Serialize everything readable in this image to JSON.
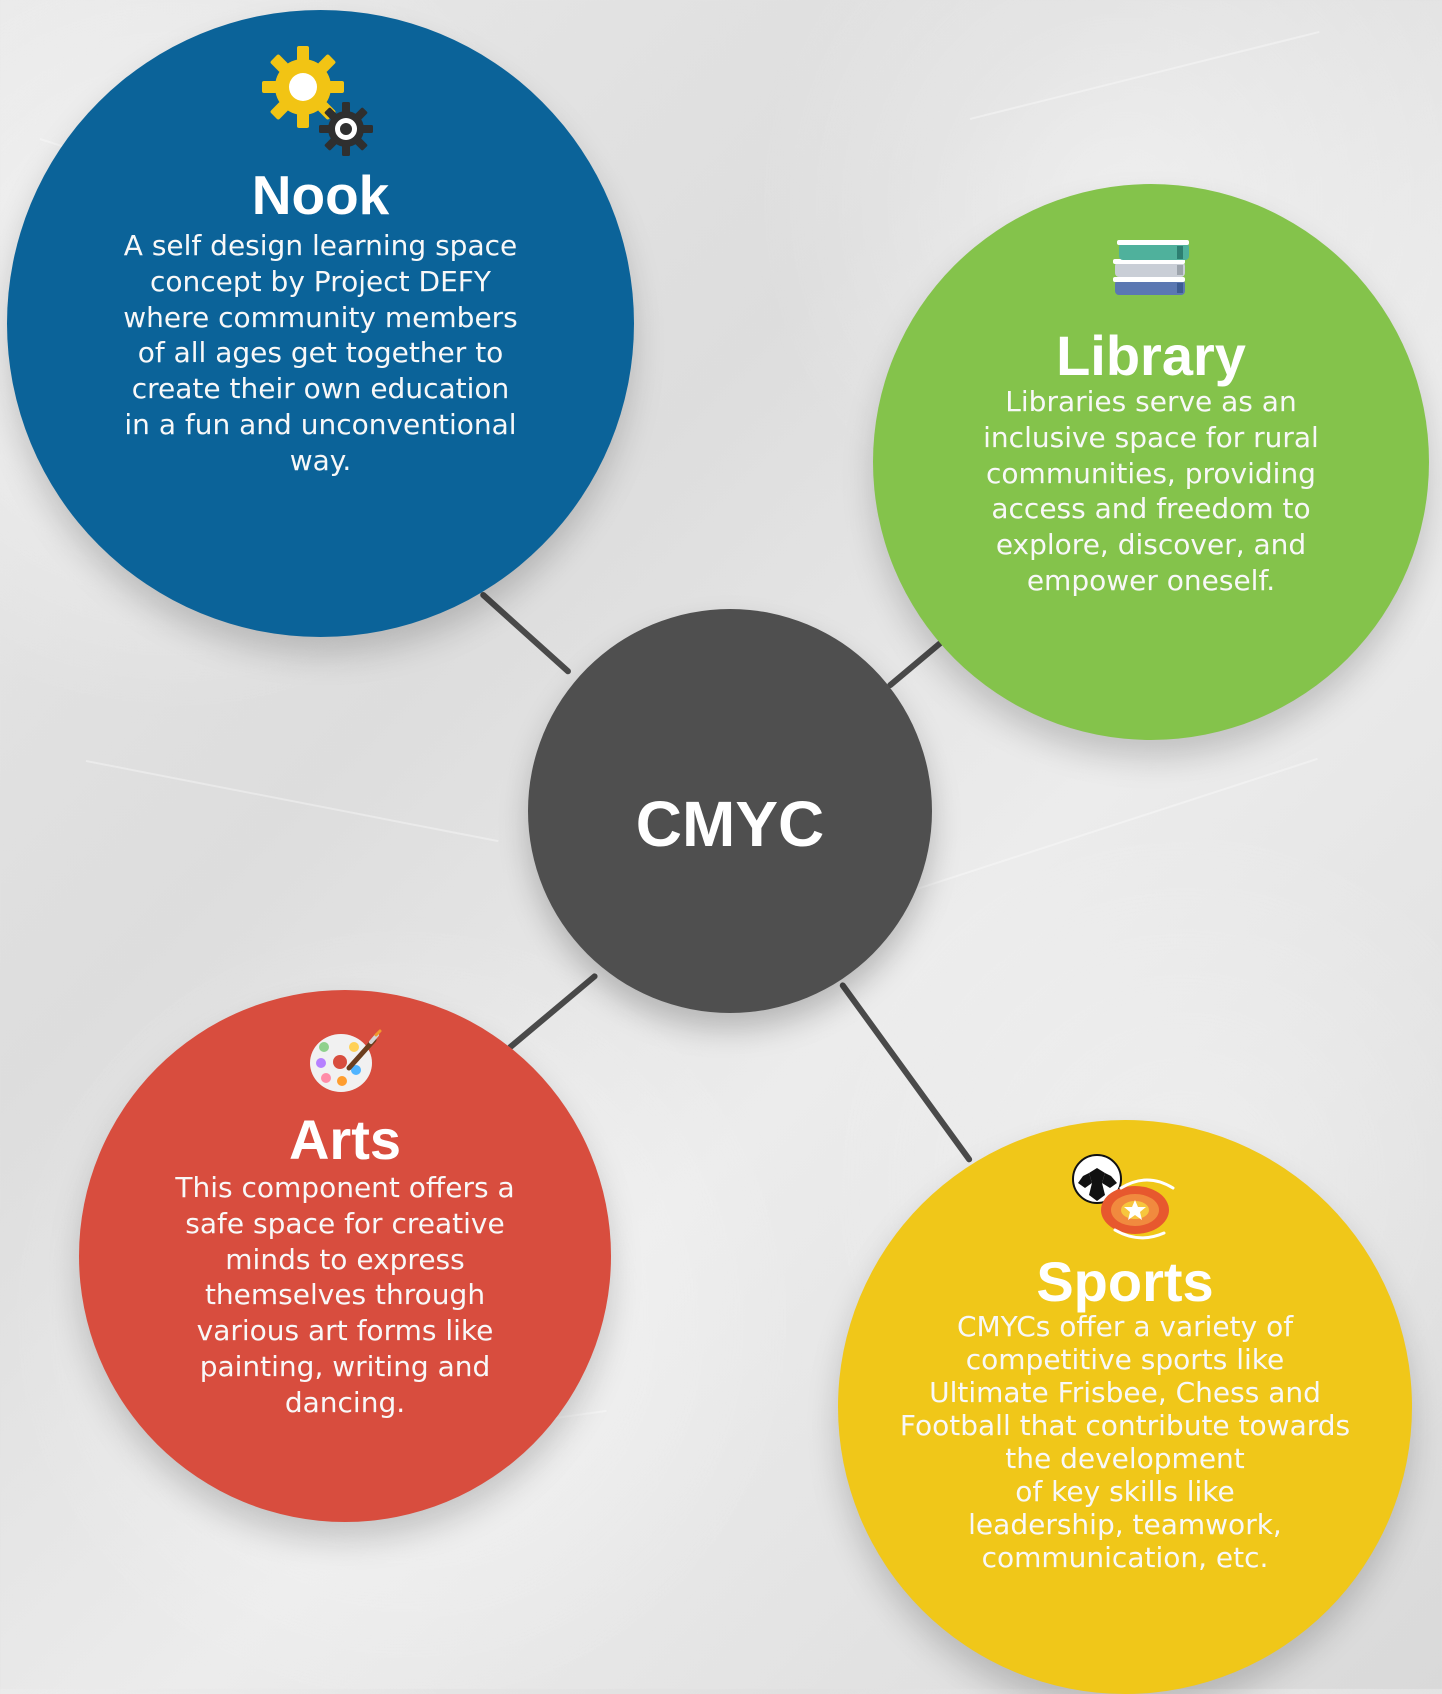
{
  "diagram": {
    "center": {
      "label": "CMYC",
      "color": "#4f4f4f"
    },
    "nodes": [
      {
        "key": "nook",
        "title": "Nook",
        "text": "A self design learning space\nconcept by Project DEFY\nwhere community members\nof all ages get together to\ncreate their own education\nin a fun and unconventional\nway.",
        "color": "#0b6399",
        "icon": "gears-icon"
      },
      {
        "key": "library",
        "title": "Library",
        "text": "Libraries serve as an\ninclusive space for rural\ncommunities, providing\naccess and freedom to\nexplore, discover, and\nempower oneself.",
        "color": "#84c34b",
        "icon": "books-icon"
      },
      {
        "key": "arts",
        "title": "Arts",
        "text": "This component offers a\nsafe space for creative\nminds to express\nthemselves through\nvarious art forms like\npainting, writing and\ndancing.",
        "color": "#d84d3e",
        "icon": "palette-icon"
      },
      {
        "key": "sports",
        "title": "Sports",
        "text": "CMYCs offer a variety of\ncompetitive sports like\nUltimate Frisbee, Chess and\nFootball that contribute towards\nthe development\nof key skills like\nleadership, teamwork,\ncommunication, etc.",
        "color": "#f0c719",
        "icon": "sports-icon"
      }
    ]
  }
}
